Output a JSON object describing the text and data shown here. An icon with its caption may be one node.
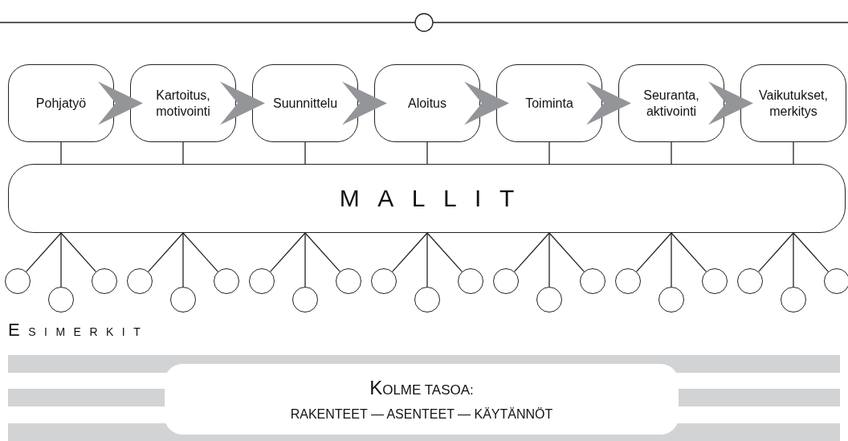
{
  "diagram": {
    "nodes": [
      {
        "text": [
          "Pohjatyö"
        ]
      },
      {
        "text": [
          "Kartoitus, motivointi"
        ]
      },
      {
        "text": [
          "Suunnittelu"
        ]
      },
      {
        "text": [
          "Aloitus"
        ]
      },
      {
        "text": [
          "Toiminta"
        ]
      },
      {
        "text": [
          "Seuranta, aktivointi"
        ]
      },
      {
        "text": [
          "Vaikutukset, merkitys"
        ]
      },
      {
        "text": [
          "MALLIT"
        ]
      },
      {
        "text": [],
        "shape": "circle"
      },
      {
        "text": [],
        "shape": "circle"
      },
      {
        "text": [],
        "shape": "circle"
      },
      {
        "text": [],
        "shape": "circle"
      },
      {
        "text": [],
        "shape": "circle"
      },
      {
        "text": [],
        "shape": "circle"
      },
      {
        "text": [],
        "shape": "circle"
      },
      {
        "text": [],
        "shape": "circle"
      },
      {
        "text": [],
        "shape": "circle"
      },
      {
        "text": [],
        "shape": "circle"
      },
      {
        "text": [],
        "shape": "circle"
      },
      {
        "text": [],
        "shape": "circle"
      },
      {
        "text": [],
        "shape": "circle"
      },
      {
        "text": [],
        "shape": "circle"
      },
      {
        "text": [],
        "shape": "circle"
      },
      {
        "text": [],
        "shape": "circle"
      },
      {
        "text": [],
        "shape": "circle"
      },
      {
        "text": [],
        "shape": "circle"
      },
      {
        "text": [],
        "shape": "circle"
      },
      {
        "text": [],
        "shape": "circle"
      },
      {
        "text": [],
        "shape": "circle"
      },
      {
        "text": [
          "KOLME TASOA:",
          "RAKENTEET — ASENTEET — KÄYTÄNNÖT"
        ]
      }
    ],
    "edges": [
      {
        "from": 0,
        "to": 1,
        "arrow": "to",
        "style": "thick",
        "color": "#939598"
      },
      {
        "from": 1,
        "to": 2,
        "arrow": "to",
        "style": "thick",
        "color": "#939598"
      },
      {
        "from": 2,
        "to": 3,
        "arrow": "to",
        "style": "thick",
        "color": "#939598"
      },
      {
        "from": 3,
        "to": 4,
        "arrow": "to",
        "style": "thick",
        "color": "#939598"
      },
      {
        "from": 4,
        "to": 5,
        "arrow": "to",
        "style": "thick",
        "color": "#939598"
      },
      {
        "from": 5,
        "to": 6,
        "arrow": "to",
        "style": "thick",
        "color": "#939598"
      },
      {
        "from": 0,
        "to": 7,
        "arrow": "none"
      },
      {
        "from": 1,
        "to": 7,
        "arrow": "none"
      },
      {
        "from": 2,
        "to": 7,
        "arrow": "none"
      },
      {
        "from": 3,
        "to": 7,
        "arrow": "none"
      },
      {
        "from": 4,
        "to": 7,
        "arrow": "none"
      },
      {
        "from": 5,
        "to": 7,
        "arrow": "none"
      },
      {
        "from": 6,
        "to": 7,
        "arrow": "none"
      },
      {
        "from": 7,
        "to": 8,
        "arrow": "none"
      },
      {
        "from": 7,
        "to": 9,
        "arrow": "none"
      },
      {
        "from": 7,
        "to": 10,
        "arrow": "none"
      },
      {
        "from": 7,
        "to": 11,
        "arrow": "none"
      },
      {
        "from": 7,
        "to": 12,
        "arrow": "none"
      },
      {
        "from": 7,
        "to": 13,
        "arrow": "none"
      },
      {
        "from": 7,
        "to": 14,
        "arrow": "none"
      },
      {
        "from": 7,
        "to": 15,
        "arrow": "none"
      },
      {
        "from": 7,
        "to": 16,
        "arrow": "none"
      },
      {
        "from": 7,
        "to": 17,
        "arrow": "none"
      },
      {
        "from": 7,
        "to": 18,
        "arrow": "none"
      },
      {
        "from": 7,
        "to": 19,
        "arrow": "none"
      },
      {
        "from": 7,
        "to": 20,
        "arrow": "none"
      },
      {
        "from": 7,
        "to": 21,
        "arrow": "none"
      },
      {
        "from": 7,
        "to": 22,
        "arrow": "none"
      },
      {
        "from": 7,
        "to": 23,
        "arrow": "none"
      },
      {
        "from": 7,
        "to": 24,
        "arrow": "none"
      },
      {
        "from": 7,
        "to": 25,
        "arrow": "none"
      },
      {
        "from": 7,
        "to": 26,
        "arrow": "none"
      },
      {
        "from": 7,
        "to": 27,
        "arrow": "none"
      },
      {
        "from": 7,
        "to": 28,
        "arrow": "none"
      }
    ],
    "labels": [
      "ESIMERKIT"
    ]
  }
}
